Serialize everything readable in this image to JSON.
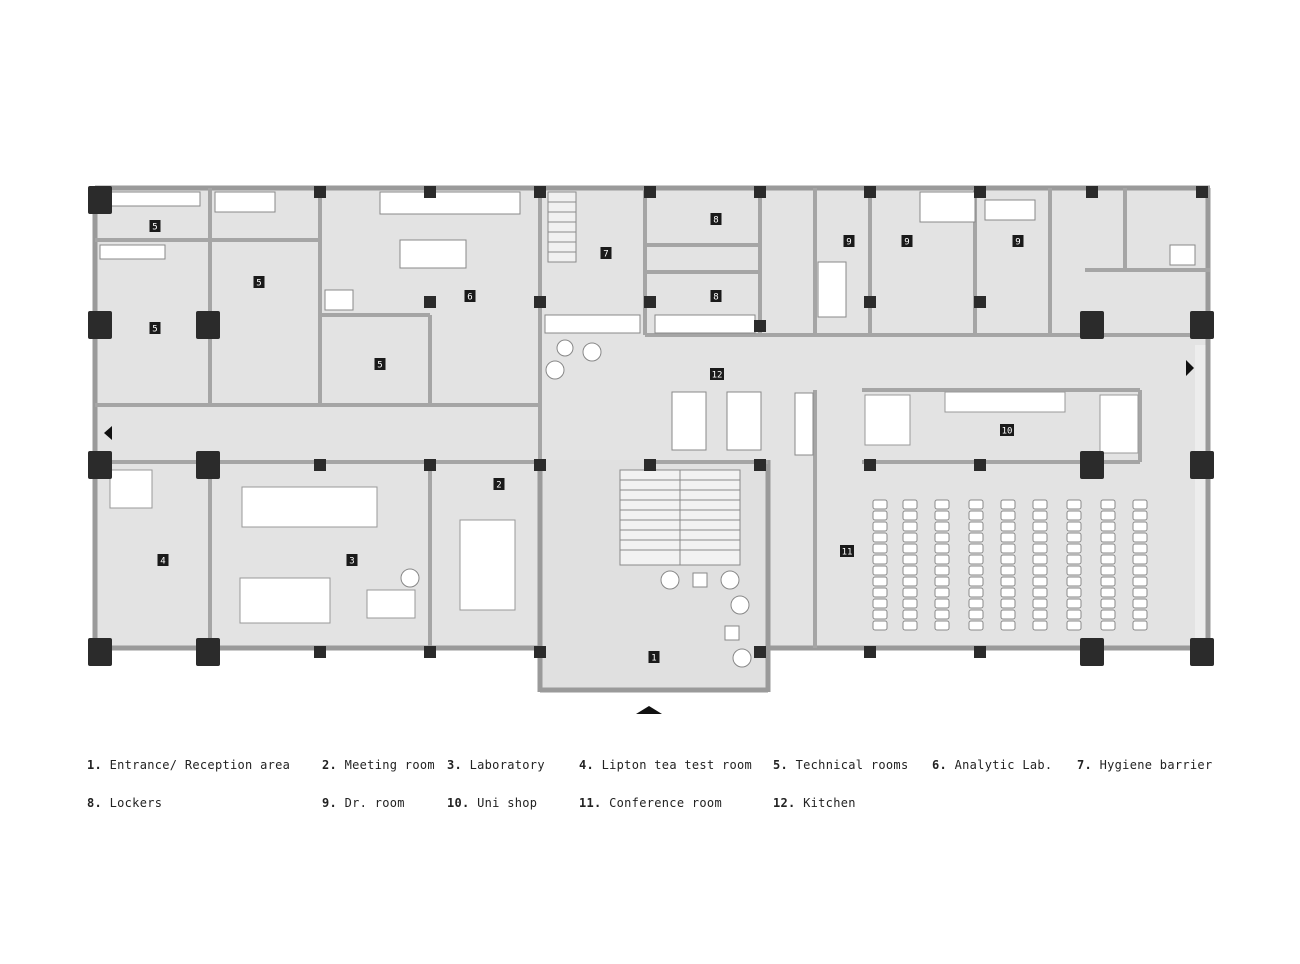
{
  "legend": [
    {
      "num": "1.",
      "label": "Entrance/ Reception area"
    },
    {
      "num": "2.",
      "label": "Meeting room"
    },
    {
      "num": "3.",
      "label": "Laboratory"
    },
    {
      "num": "4.",
      "label": "Lipton tea test room"
    },
    {
      "num": "5.",
      "label": "Technical rooms"
    },
    {
      "num": "6.",
      "label": "Analytic Lab."
    },
    {
      "num": "7.",
      "label": "Hygiene barrier"
    },
    {
      "num": "8.",
      "label": "Lockers"
    },
    {
      "num": "9.",
      "label": "Dr. room"
    },
    {
      "num": "10.",
      "label": "Uni shop"
    },
    {
      "num": "11.",
      "label": "Conference room"
    },
    {
      "num": "12.",
      "label": "Kitchen"
    }
  ],
  "tags": {
    "t1": "1",
    "t2": "2",
    "t3": "3",
    "t4": "4",
    "t5": "5",
    "t6": "6",
    "t7": "7",
    "t8": "8",
    "t9": "9",
    "t10": "10",
    "t11": "11",
    "t12": "12"
  },
  "colors": {
    "wall": "#9a9a9a",
    "floor": "#e3e3e3",
    "column": "#2b2b2b",
    "furniture": "#ffffff",
    "tag": "#1a1a1a"
  }
}
